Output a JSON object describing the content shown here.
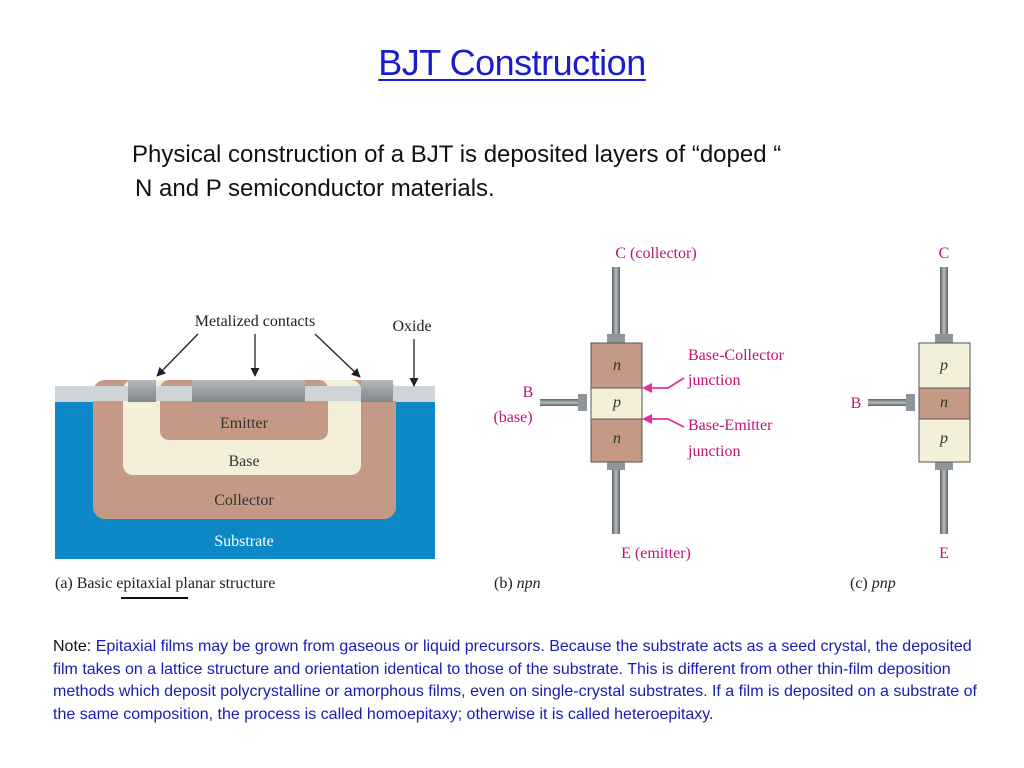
{
  "slide": {
    "title": "BJT Construction",
    "intro_line1": "Physical construction of a BJT is deposited layers of  “doped “",
    "intro_line2": "N and P semiconductor materials."
  },
  "fig_a": {
    "label_metal": "Metalized contacts",
    "label_oxide": "Oxide",
    "emitter": "Emitter",
    "base": "Base",
    "collector": "Collector",
    "substrate": "Substrate",
    "caption": "(a) Basic epitaxial planar structure",
    "colors": {
      "substrate": "#0c88c6",
      "collector": "#c49a86",
      "base": "#f4efd8",
      "emitter": "#c49a86",
      "oxide": "#cfd4d8",
      "metal": "#8f969b"
    }
  },
  "fig_b": {
    "top_label": "C (collector)",
    "bottom_label": "E (emitter)",
    "base_label": "B",
    "base_sub": "(base)",
    "layer_top": "n",
    "layer_mid": "p",
    "layer_bot": "n",
    "bc_line1": "Base-Collector",
    "bc_line2": "junction",
    "be_line1": "Base-Emitter",
    "be_line2": "junction",
    "caption_pre": "(b) ",
    "caption_it": "npn",
    "colors": {
      "n": "#c49a86",
      "p": "#f4efd8",
      "arrow": "#e0309a"
    }
  },
  "fig_c": {
    "top_label": "C",
    "bottom_label": "E",
    "base_label": "B",
    "layer_top": "p",
    "layer_mid": "n",
    "layer_bot": "p",
    "caption_pre": "(c) ",
    "caption_it": "pnp"
  },
  "note": {
    "label": "Note:",
    "text": " Epitaxial films may be grown from gaseous or liquid precursors. Because the substrate acts as a seed crystal, the deposited film takes on a lattice structure and orientation identical to those of the substrate. This is different from other thin-film deposition methods which deposit polycrystalline or amorphous films, even on single-crystal substrates. If a film is deposited on a substrate of the same composition, the process is called homoepitaxy; otherwise it is called heteroepitaxy."
  }
}
